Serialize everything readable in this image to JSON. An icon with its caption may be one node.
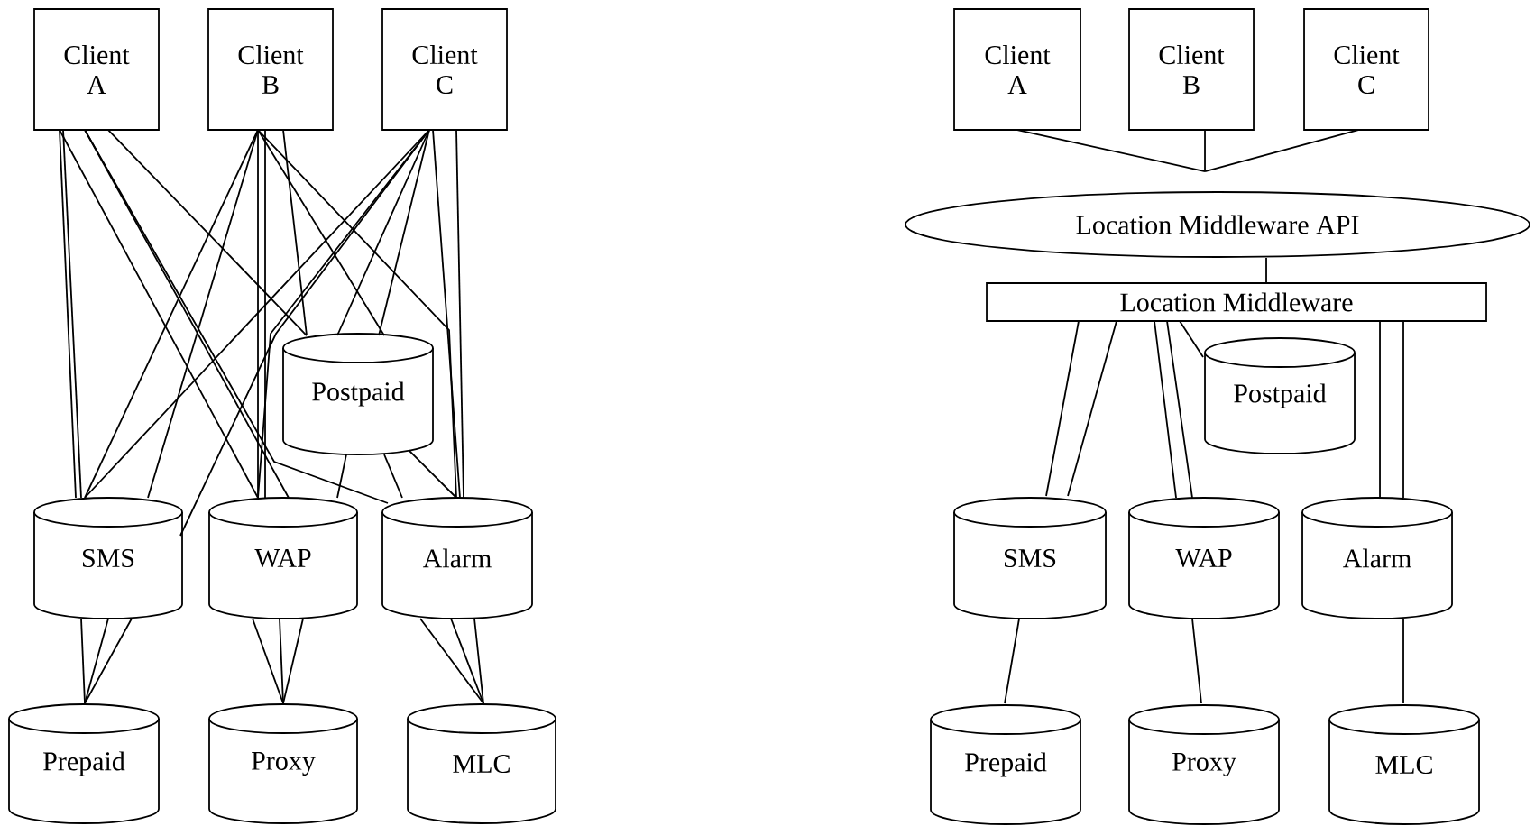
{
  "diagram": {
    "nodes": [
      {
        "text": [
          "Client A"
        ]
      },
      {
        "text": [
          "Client B"
        ]
      },
      {
        "text": [
          "Client C"
        ]
      },
      {
        "text": [
          "Postpaid"
        ]
      },
      {
        "text": [
          "SMS"
        ]
      },
      {
        "text": [
          "WAP"
        ]
      },
      {
        "text": [
          "Alarm"
        ]
      },
      {
        "text": [
          "Prepaid"
        ]
      },
      {
        "text": [
          "Proxy"
        ]
      },
      {
        "text": [
          "MLC"
        ]
      },
      {
        "text": [
          "Client A"
        ]
      },
      {
        "text": [
          "Client B"
        ]
      },
      {
        "text": [
          "Client C"
        ]
      },
      {
        "text": [
          "Location Middleware API"
        ]
      },
      {
        "text": [
          "Location Middleware"
        ]
      },
      {
        "text": [
          "Postpaid"
        ]
      },
      {
        "text": [
          "SMS"
        ]
      },
      {
        "text": [
          "WAP"
        ]
      },
      {
        "text": [
          "Alarm"
        ]
      },
      {
        "text": [
          "Prepaid"
        ]
      },
      {
        "text": [
          "Proxy"
        ]
      },
      {
        "text": [
          "MLC"
        ]
      }
    ],
    "edges": [
      {
        "from": 0,
        "to": 4,
        "arrow": "none"
      },
      {
        "from": 0,
        "to": 4,
        "arrow": "none"
      },
      {
        "from": 0,
        "to": 5,
        "arrow": "none"
      },
      {
        "from": 0,
        "to": 5,
        "arrow": "none"
      },
      {
        "from": 0,
        "to": 3,
        "arrow": "none"
      },
      {
        "from": 0,
        "to": 6,
        "arrow": "none"
      },
      {
        "from": 1,
        "to": 4,
        "arrow": "none"
      },
      {
        "from": 1,
        "to": 4,
        "arrow": "none"
      },
      {
        "from": 1,
        "to": 5,
        "arrow": "none"
      },
      {
        "from": 1,
        "to": 5,
        "arrow": "none"
      },
      {
        "from": 1,
        "to": 3,
        "arrow": "none"
      },
      {
        "from": 1,
        "to": 3,
        "arrow": "none"
      },
      {
        "from": 1,
        "to": 6,
        "arrow": "none"
      },
      {
        "from": 2,
        "to": 4,
        "arrow": "none"
      },
      {
        "from": 2,
        "to": 4,
        "arrow": "none"
      },
      {
        "from": 2,
        "to": 5,
        "arrow": "none"
      },
      {
        "from": 2,
        "to": 3,
        "arrow": "none"
      },
      {
        "from": 2,
        "to": 3,
        "arrow": "none"
      },
      {
        "from": 2,
        "to": 6,
        "arrow": "none"
      },
      {
        "from": 2,
        "to": 6,
        "arrow": "none"
      },
      {
        "from": 3,
        "to": 5,
        "arrow": "none"
      },
      {
        "from": 3,
        "to": 6,
        "arrow": "none"
      },
      {
        "from": 3,
        "to": 6,
        "arrow": "none"
      },
      {
        "from": 4,
        "to": 7,
        "arrow": "none"
      },
      {
        "from": 4,
        "to": 7,
        "arrow": "none"
      },
      {
        "from": 4,
        "to": 7,
        "arrow": "none"
      },
      {
        "from": 5,
        "to": 8,
        "arrow": "none"
      },
      {
        "from": 5,
        "to": 8,
        "arrow": "none"
      },
      {
        "from": 5,
        "to": 8,
        "arrow": "none"
      },
      {
        "from": 6,
        "to": 9,
        "arrow": "none"
      },
      {
        "from": 6,
        "to": 9,
        "arrow": "none"
      },
      {
        "from": 6,
        "to": 9,
        "arrow": "none"
      },
      {
        "from": 10,
        "to": 13,
        "arrow": "none"
      },
      {
        "from": 11,
        "to": 13,
        "arrow": "none"
      },
      {
        "from": 12,
        "to": 13,
        "arrow": "none"
      },
      {
        "from": 13,
        "to": 14,
        "arrow": "none"
      },
      {
        "from": 14,
        "to": 16,
        "arrow": "none"
      },
      {
        "from": 14,
        "to": 16,
        "arrow": "none"
      },
      {
        "from": 14,
        "to": 17,
        "arrow": "none"
      },
      {
        "from": 14,
        "to": 17,
        "arrow": "none"
      },
      {
        "from": 14,
        "to": 15,
        "arrow": "none"
      },
      {
        "from": 14,
        "to": 18,
        "arrow": "none"
      },
      {
        "from": 14,
        "to": 18,
        "arrow": "none"
      },
      {
        "from": 16,
        "to": 19,
        "arrow": "none"
      },
      {
        "from": 17,
        "to": 20,
        "arrow": "none"
      },
      {
        "from": 18,
        "to": 21,
        "arrow": "none"
      }
    ]
  }
}
